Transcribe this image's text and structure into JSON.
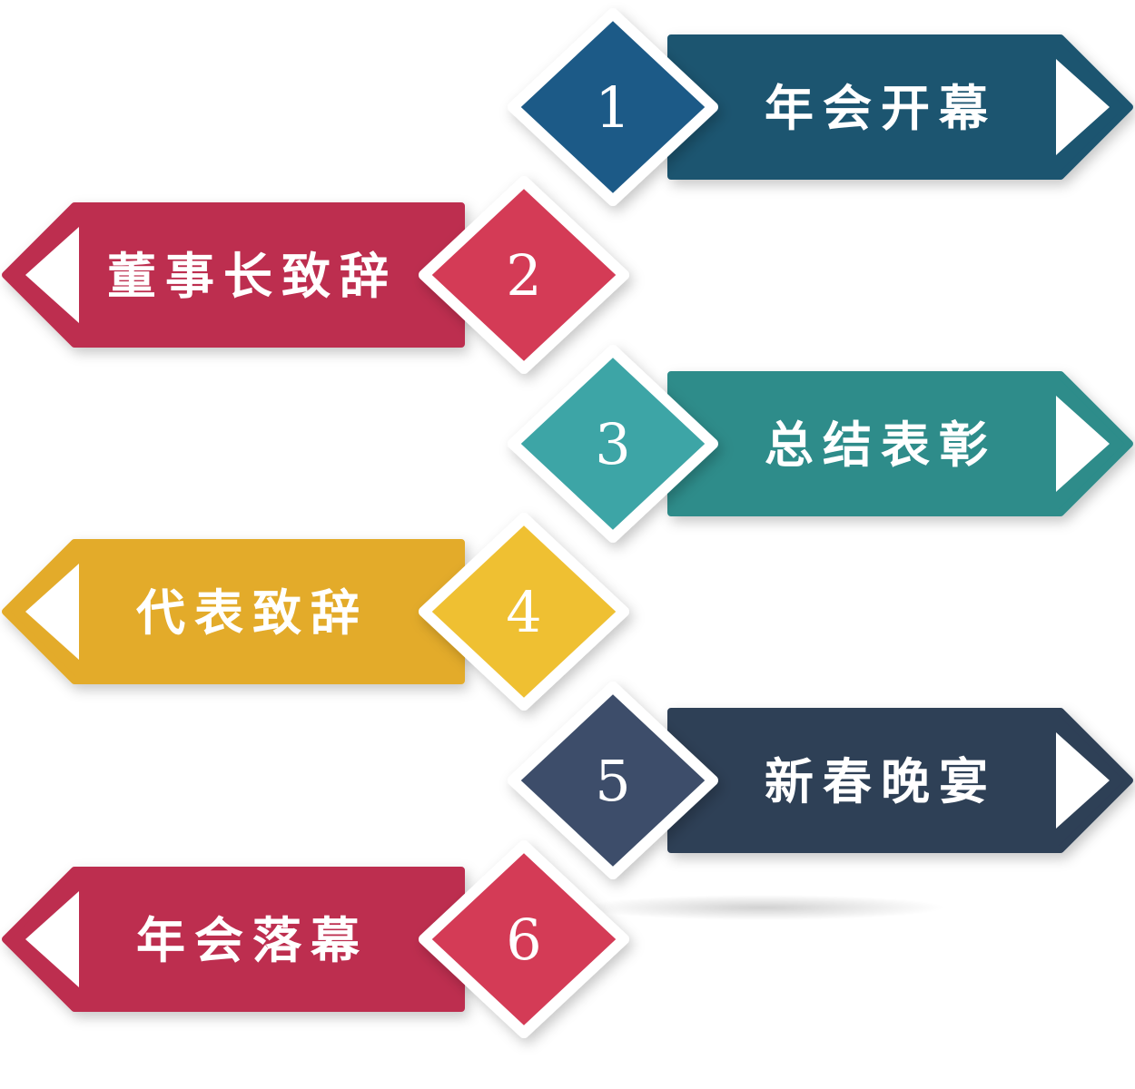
{
  "steps": [
    {
      "number": "1",
      "label": "年会开幕",
      "diamond_color": "#1d5a87",
      "banner_color": "#1e5470"
    },
    {
      "number": "2",
      "label": "董事长致辞",
      "diamond_color": "#d43b57",
      "banner_color": "#bd2f4f"
    },
    {
      "number": "3",
      "label": "总结表彰",
      "diamond_color": "#3ea5a6",
      "banner_color": "#2d8c8a"
    },
    {
      "number": "4",
      "label": "代表致辞",
      "diamond_color": "#efc033",
      "banner_color": "#e3ab2a"
    },
    {
      "number": "5",
      "label": "新春晚宴",
      "diamond_color": "#3c4e6a",
      "banner_color": "#2e3f57"
    },
    {
      "number": "6",
      "label": "年会落幕",
      "diamond_color": "#d43b57",
      "banner_color": "#bd2f4f"
    }
  ]
}
